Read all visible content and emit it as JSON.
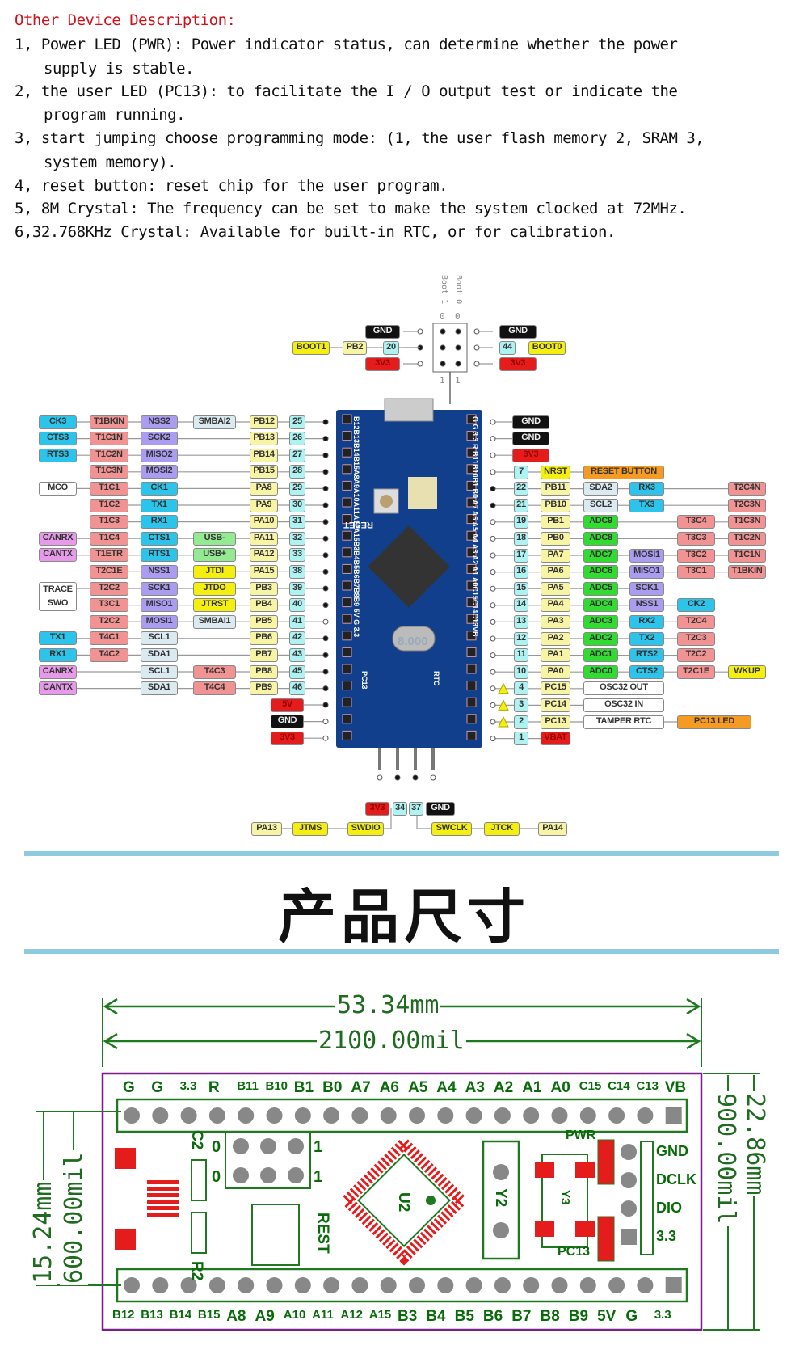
{
  "description": {
    "title": "Other Device Description:",
    "lines": [
      "1, Power LED (PWR): Power indicator status, can determine whether the power",
      "supply is stable.",
      "2, the user LED (PC13): to facilitate the I / O output test or indicate the",
      "program running.",
      "3, start jumping choose programming mode: (1, the user flash memory 2, SRAM 3,",
      "system memory).",
      "4, reset button: reset chip for the user program.",
      "5, 8M Crystal: The frequency can be set to make the system clocked at 72MHz.",
      "6,32.768KHz Crystal: Available for built-in RTC, or for calibration."
    ]
  },
  "colors": {
    "cyan": "#2cc4ea",
    "salmon": "#f29393",
    "purple": "#aa9cf0",
    "pale": "#dbe9f1",
    "pyellow": "#f8f4a6",
    "yellow": "#f5ef10",
    "lgreen": "#93ea93",
    "green": "#2fdc2f",
    "white": "#ffffff",
    "pink": "#e79ae9",
    "red": "#e41c1c",
    "black": "#111111",
    "orange": "#f59a22",
    "pin": "#aef2f2",
    "board": "#123f8c",
    "pcb": "#1f7a1f",
    "outline": "#7a1e8a",
    "rule": "#8fcbe0"
  },
  "boot": {
    "header_labels": [
      "Boot 1",
      "Boot 0"
    ],
    "top_digits": [
      "0",
      "0"
    ],
    "bottom_digits": [
      "1",
      "1"
    ],
    "left": [
      [
        "GND",
        "black"
      ],
      [
        "BOOT1",
        "yellow"
      ],
      [
        "PB2",
        "pyellow"
      ],
      [
        "20",
        "pin"
      ],
      [
        "3V3",
        "red"
      ]
    ],
    "right": [
      [
        "GND",
        "black"
      ],
      [
        "44",
        "pin"
      ],
      [
        "BOOT0",
        "yellow"
      ],
      [
        "3V3",
        "red"
      ]
    ]
  },
  "left_rows": [
    [
      [
        "CK3",
        "cyan"
      ],
      [
        "T1BKIN",
        "salmon"
      ],
      [
        "NSS2",
        "purple"
      ],
      [
        "SMBAI2",
        "pale"
      ],
      [
        "PB12",
        "pyellow"
      ],
      [
        "25",
        "pin"
      ]
    ],
    [
      [
        "CTS3",
        "cyan"
      ],
      [
        "T1C1N",
        "salmon"
      ],
      [
        "SCK2",
        "purple"
      ],
      null,
      [
        "PB13",
        "pyellow"
      ],
      [
        "26",
        "pin"
      ]
    ],
    [
      [
        "RTS3",
        "cyan"
      ],
      [
        "T1C2N",
        "salmon"
      ],
      [
        "MISO2",
        "purple"
      ],
      null,
      [
        "PB14",
        "pyellow"
      ],
      [
        "27",
        "pin"
      ]
    ],
    [
      null,
      [
        "T1C3N",
        "salmon"
      ],
      [
        "MOSI2",
        "purple"
      ],
      null,
      [
        "PB15",
        "pyellow"
      ],
      [
        "28",
        "pin"
      ]
    ],
    [
      [
        "MCO",
        "white"
      ],
      [
        "T1C1",
        "salmon"
      ],
      [
        "CK1",
        "cyan"
      ],
      null,
      [
        "PA8",
        "pyellow"
      ],
      [
        "29",
        "pin"
      ]
    ],
    [
      null,
      [
        "T1C2",
        "salmon"
      ],
      [
        "TX1",
        "cyan"
      ],
      null,
      [
        "PA9",
        "pyellow"
      ],
      [
        "30",
        "pin"
      ]
    ],
    [
      null,
      [
        "T1C3",
        "salmon"
      ],
      [
        "RX1",
        "cyan"
      ],
      null,
      [
        "PA10",
        "pyellow"
      ],
      [
        "31",
        "pin"
      ]
    ],
    [
      [
        "CANRX",
        "pink"
      ],
      [
        "T1C4",
        "salmon"
      ],
      [
        "CTS1",
        "cyan"
      ],
      [
        "USB-",
        "lgreen"
      ],
      [
        "PA11",
        "pyellow"
      ],
      [
        "32",
        "pin"
      ]
    ],
    [
      [
        "CANTX",
        "pink"
      ],
      [
        "T1ETR",
        "salmon"
      ],
      [
        "RTS1",
        "cyan"
      ],
      [
        "USB+",
        "lgreen"
      ],
      [
        "PA12",
        "pyellow"
      ],
      [
        "33",
        "pin"
      ]
    ],
    [
      null,
      [
        "T2C1E",
        "salmon"
      ],
      [
        "NSS1",
        "purple"
      ],
      [
        "JTDI",
        "yellow"
      ],
      [
        "PA15",
        "pyellow"
      ],
      [
        "38",
        "pin"
      ]
    ],
    [
      [
        "TRACE SWO",
        "white"
      ],
      [
        "T2C2",
        "salmon"
      ],
      [
        "SCK1",
        "purple"
      ],
      [
        "JTDO",
        "yellow"
      ],
      [
        "PB3",
        "pyellow"
      ],
      [
        "39",
        "pin"
      ]
    ],
    [
      null,
      [
        "T3C1",
        "salmon"
      ],
      [
        "MISO1",
        "purple"
      ],
      [
        "JTRST",
        "yellow"
      ],
      [
        "PB4",
        "pyellow"
      ],
      [
        "40",
        "pin"
      ]
    ],
    [
      null,
      [
        "T2C2",
        "salmon"
      ],
      [
        "MOSI1",
        "purple"
      ],
      [
        "SMBAI1",
        "pale"
      ],
      [
        "PB5",
        "pyellow"
      ],
      [
        "41",
        "pin"
      ]
    ],
    [
      [
        "TX1",
        "cyan"
      ],
      [
        "T4C1",
        "salmon"
      ],
      [
        "SCL1",
        "pale"
      ],
      null,
      [
        "PB6",
        "pyellow"
      ],
      [
        "42",
        "pin"
      ]
    ],
    [
      [
        "RX1",
        "cyan"
      ],
      [
        "T4C2",
        "salmon"
      ],
      [
        "SDA1",
        "pale"
      ],
      null,
      [
        "PB7",
        "pyellow"
      ],
      [
        "43",
        "pin"
      ]
    ],
    [
      [
        "CANRX",
        "pink"
      ],
      null,
      [
        "SCL1",
        "pale"
      ],
      [
        "T4C3",
        "salmon"
      ],
      [
        "PB8",
        "pyellow"
      ],
      [
        "45",
        "pin"
      ]
    ],
    [
      [
        "CANTX",
        "pink"
      ],
      null,
      [
        "SDA1",
        "pale"
      ],
      [
        "T4C4",
        "salmon"
      ],
      [
        "PB9",
        "pyellow"
      ],
      [
        "46",
        "pin"
      ]
    ]
  ],
  "left_power": [
    [
      "5V",
      "red"
    ],
    [
      "GND",
      "black"
    ],
    [
      "3V3",
      "red"
    ]
  ],
  "right_power": [
    [
      "GND",
      "black"
    ],
    [
      "GND",
      "black"
    ],
    [
      "3V3",
      "red"
    ]
  ],
  "right_rows": [
    [
      [
        "7",
        "pin"
      ],
      [
        "NRST",
        "yellow"
      ],
      [
        "RESET BUTTON",
        "orange"
      ],
      null,
      null,
      null
    ],
    [
      [
        "22",
        "pin"
      ],
      [
        "PB11",
        "pyellow"
      ],
      [
        "SDA2",
        "pale"
      ],
      [
        "RX3",
        "cyan"
      ],
      null,
      [
        "T2C4N",
        "salmon"
      ]
    ],
    [
      [
        "21",
        "pin"
      ],
      [
        "PB10",
        "pyellow"
      ],
      [
        "SCL2",
        "pale"
      ],
      [
        "TX3",
        "cyan"
      ],
      null,
      [
        "T2C3N",
        "salmon"
      ]
    ],
    [
      [
        "19",
        "pin"
      ],
      [
        "PB1",
        "pyellow"
      ],
      [
        "ADC9",
        "green"
      ],
      null,
      [
        "T3C4",
        "salmon"
      ],
      [
        "T1C3N",
        "salmon"
      ]
    ],
    [
      [
        "18",
        "pin"
      ],
      [
        "PB0",
        "pyellow"
      ],
      [
        "ADC8",
        "green"
      ],
      null,
      [
        "T3C3",
        "salmon"
      ],
      [
        "T1C2N",
        "salmon"
      ]
    ],
    [
      [
        "17",
        "pin"
      ],
      [
        "PA7",
        "pyellow"
      ],
      [
        "ADC7",
        "green"
      ],
      [
        "MOSI1",
        "purple"
      ],
      [
        "T3C2",
        "salmon"
      ],
      [
        "T1C1N",
        "salmon"
      ]
    ],
    [
      [
        "16",
        "pin"
      ],
      [
        "PA6",
        "pyellow"
      ],
      [
        "ADC6",
        "green"
      ],
      [
        "MISO1",
        "purple"
      ],
      [
        "T3C1",
        "salmon"
      ],
      [
        "T1BKIN",
        "salmon"
      ]
    ],
    [
      [
        "15",
        "pin"
      ],
      [
        "PA5",
        "pyellow"
      ],
      [
        "ADC5",
        "green"
      ],
      [
        "SCK1",
        "purple"
      ],
      null,
      null
    ],
    [
      [
        "14",
        "pin"
      ],
      [
        "PA4",
        "pyellow"
      ],
      [
        "ADC4",
        "green"
      ],
      [
        "NSS1",
        "purple"
      ],
      [
        "CK2",
        "cyan"
      ],
      null
    ],
    [
      [
        "13",
        "pin"
      ],
      [
        "PA3",
        "pyellow"
      ],
      [
        "ADC3",
        "green"
      ],
      [
        "RX2",
        "cyan"
      ],
      [
        "T2C4",
        "salmon"
      ],
      null
    ],
    [
      [
        "12",
        "pin"
      ],
      [
        "PA2",
        "pyellow"
      ],
      [
        "ADC2",
        "green"
      ],
      [
        "TX2",
        "cyan"
      ],
      [
        "T2C3",
        "salmon"
      ],
      null
    ],
    [
      [
        "11",
        "pin"
      ],
      [
        "PA1",
        "pyellow"
      ],
      [
        "ADC1",
        "green"
      ],
      [
        "RTS2",
        "cyan"
      ],
      [
        "T2C2",
        "salmon"
      ],
      null
    ],
    [
      [
        "10",
        "pin"
      ],
      [
        "PA0",
        "pyellow"
      ],
      [
        "ADC0",
        "green"
      ],
      [
        "CTS2",
        "cyan"
      ],
      [
        "T2C1E",
        "salmon"
      ],
      [
        "WKUP",
        "yellow"
      ]
    ],
    [
      [
        "4",
        "pin"
      ],
      [
        "PC15",
        "pyellow"
      ],
      [
        "OSC32 OUT",
        "white"
      ],
      null,
      null,
      null
    ],
    [
      [
        "3",
        "pin"
      ],
      [
        "PC14",
        "pyellow"
      ],
      [
        "OSC32 IN",
        "white"
      ],
      null,
      null,
      null
    ],
    [
      [
        "2",
        "pin"
      ],
      [
        "PC13",
        "pyellow"
      ],
      [
        "TAMPER RTC",
        "white"
      ],
      null,
      [
        "PC13 LED",
        "orange"
      ],
      null
    ],
    [
      [
        "1",
        "pin"
      ],
      [
        "VBAT",
        "red"
      ],
      null,
      null,
      null,
      null
    ]
  ],
  "swd": {
    "pins": [
      [
        "3V3",
        "red"
      ],
      [
        "34",
        "pin"
      ],
      [
        "37",
        "pin"
      ],
      [
        "GND",
        "black"
      ]
    ],
    "left": [
      [
        "PA13",
        "pyellow"
      ],
      [
        "JTMS",
        "yellow"
      ],
      [
        "SWDIO",
        "yellow"
      ]
    ],
    "right": [
      [
        "SWCLK",
        "yellow"
      ],
      [
        "JTCK",
        "yellow"
      ],
      [
        "PA14",
        "pyellow"
      ]
    ]
  },
  "board": {
    "left_silk": "B12B13B14B15A8A9A10A11A12A15B3B4B5B6B7B8B9 5V G 3.3",
    "right_silk": "G G 3.3 R B11B10B1 B0 A7 A6 A5 A4 A3 A2 A1 A0C15C14C13VB",
    "reset": "RESET",
    "crystal": "8.000",
    "pc13": "PC13",
    "rtc": "RTC"
  },
  "section_title": "产品尺寸",
  "dimensions": {
    "width_mm": "53.34mm",
    "width_mil": "2100.00mil",
    "height_mm": "22.86mm",
    "height_mil": "900.00mil",
    "pitch_mm": "15.24mm",
    "pitch_mil": "600.00mil"
  },
  "pcb": {
    "top_labels": [
      "G",
      "G",
      "3.3",
      "R",
      "B11",
      "B10",
      "B1",
      "B0",
      "A7",
      "A6",
      "A5",
      "A4",
      "A3",
      "A2",
      "A1",
      "A0",
      "C15",
      "C14",
      "C13",
      "VB"
    ],
    "bottom_labels": [
      "B12",
      "B13",
      "B14",
      "B15",
      "A8",
      "A9",
      "A10",
      "A11",
      "A12",
      "A15",
      "B3",
      "B4",
      "B5",
      "B6",
      "B7",
      "B8",
      "B9",
      "5V",
      "G",
      "3.3"
    ],
    "swd_labels": [
      "GND",
      "DCLK",
      "DIO",
      "3.3"
    ],
    "components": {
      "c2": "C2",
      "r2": "R2",
      "rest": "REST",
      "u2": "U2",
      "y2": "Y2",
      "y3": "Y3",
      "pwr": "PWR",
      "pc13": "PC13"
    },
    "jumper_digits": [
      "0",
      "0",
      "1",
      "1"
    ]
  }
}
